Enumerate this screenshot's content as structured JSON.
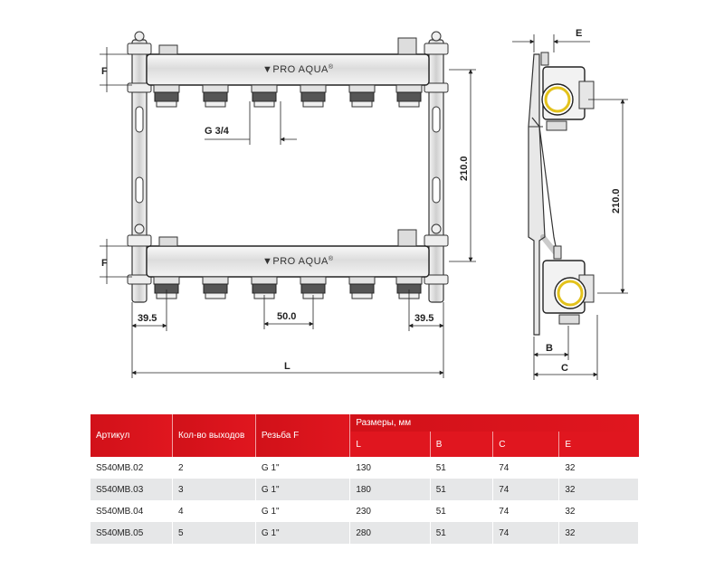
{
  "brand": {
    "logo_text": "PRO AQUA",
    "logo_mark": "®"
  },
  "front_view": {
    "dim_F_top": "F",
    "dim_F_bottom": "F",
    "dim_thread": "G 3/4",
    "dim_height": "210.0",
    "dim_left_offset": "39.5",
    "dim_pitch": "50.0",
    "dim_right_offset": "39.5",
    "dim_length": "L"
  },
  "side_view": {
    "dim_E": "E",
    "dim_height": "210.0",
    "dim_B": "B",
    "dim_C": "C"
  },
  "table": {
    "headers": {
      "article": "Артикул",
      "outlets": "Кол-во выходов",
      "thread": "Резьба F",
      "dims_group": "Размеры, мм",
      "L": "L",
      "B": "B",
      "C": "C",
      "E": "E"
    },
    "rows": [
      {
        "article": "S540MB.02",
        "outlets": "2",
        "thread": "G 1\"",
        "L": "130",
        "B": "51",
        "C": "74",
        "E": "32"
      },
      {
        "article": "S540MB.03",
        "outlets": "3",
        "thread": "G 1\"",
        "L": "180",
        "B": "51",
        "C": "74",
        "E": "32"
      },
      {
        "article": "S540MB.04",
        "outlets": "4",
        "thread": "G 1\"",
        "L": "230",
        "B": "51",
        "C": "74",
        "E": "32"
      },
      {
        "article": "S540MB.05",
        "outlets": "5",
        "thread": "G 1\"",
        "L": "280",
        "B": "51",
        "C": "74",
        "E": "32"
      }
    ]
  },
  "colors": {
    "accent_red": "#d7151e",
    "stripe_grey": "#e6e7e8",
    "pipe_yellow": "#e3c21b"
  }
}
